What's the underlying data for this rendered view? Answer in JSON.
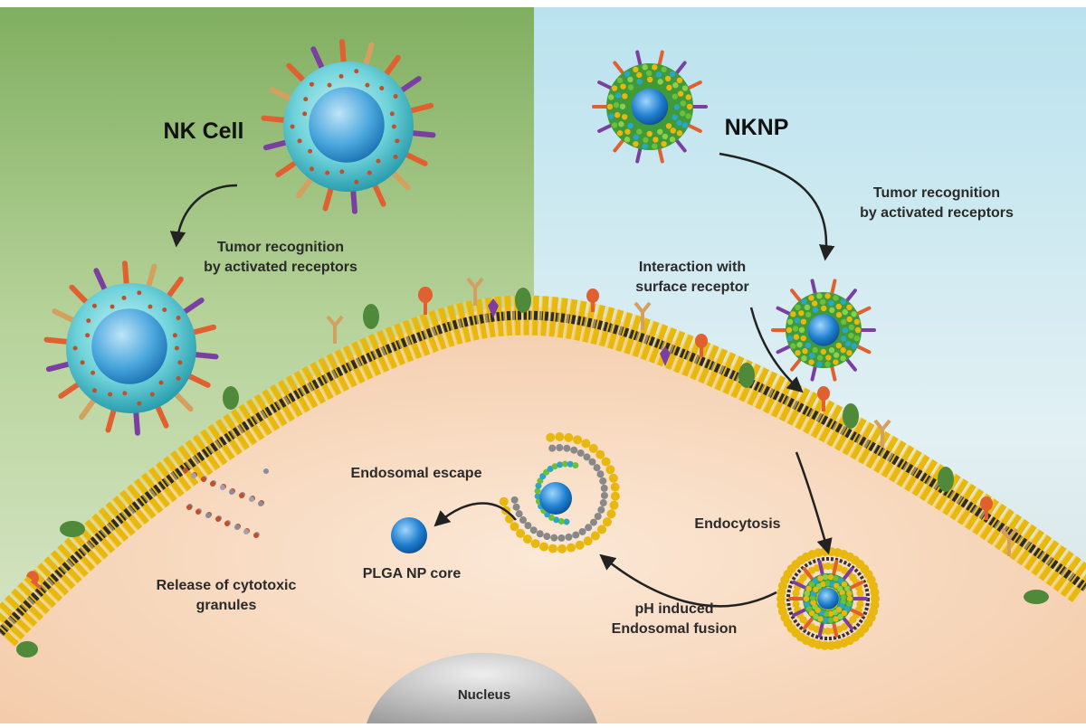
{
  "labels": {
    "nk_cell": "NK Cell",
    "nknp": "NKNP",
    "tumor_recognition_left_1": "Tumor recognition",
    "tumor_recognition_left_2": "by activated receptors",
    "tumor_recognition_right_1": "Tumor recognition",
    "tumor_recognition_right_2": "by activated receptors",
    "interaction_1": "Interaction with",
    "interaction_2": "surface receptor",
    "endosomal_escape": "Endosomal escape",
    "plga_core": "PLGA NP core",
    "release_1": "Release of cytotoxic",
    "release_2": "granules",
    "endocytosis": "Endocytosis",
    "ph_fusion_1": "pH induced",
    "ph_fusion_2": "Endosomal fusion",
    "nucleus": "Nucleus"
  },
  "colors": {
    "left_panel": "#a9c98a",
    "right_panel": "#cfe6ef",
    "cytoplasm": "#f6d9c0",
    "membrane_gold": "#e8b80f",
    "membrane_dark": "#2b2b2b",
    "nk_cell_cyan": "#5fd0d8",
    "nucleus_blue": "#2e86d6",
    "nucleus_grey": "#bdbdbd",
    "receptor_purple": "#7a3fa0",
    "receptor_orange": "#e06030",
    "receptor_tan": "#d4a060",
    "receptor_green": "#4e8a3a"
  }
}
